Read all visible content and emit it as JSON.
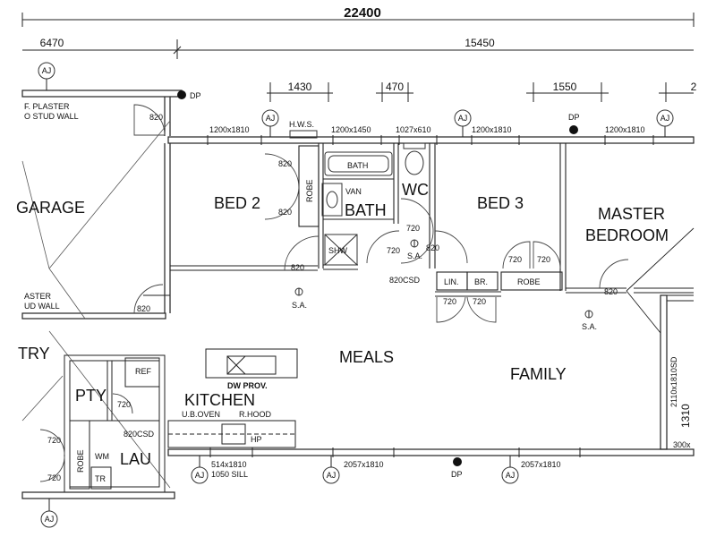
{
  "dimensions": {
    "overall": "22400",
    "left": "6470",
    "right": "15450",
    "d1430": "1430",
    "d470": "470",
    "d1550": "1550",
    "d2": "2"
  },
  "rooms": {
    "garage": "GARAGE",
    "bed2": "BED 2",
    "bath": "BATH",
    "wc": "WC",
    "bed3": "BED 3",
    "master1": "MASTER",
    "master2": "BEDROOM",
    "meals": "MEALS",
    "family": "FAMILY",
    "kitchen": "KITCHEN",
    "entry": "TRY",
    "pantry": "PTY",
    "laundry": "LAU"
  },
  "fixtures": {
    "bath_tub": "BATH",
    "van": "VAN",
    "shw": "SHW",
    "hws": "H.W.S.",
    "robe": "ROBE",
    "lin": "LIN.",
    "br": "BR.",
    "ref": "REF",
    "dw_prov": "DW PROV.",
    "ub_oven": "U.B.OVEN",
    "r_hood": "R.HOOD",
    "hp": "HP",
    "wm": "WM",
    "tr": "TR",
    "plaster1": "F. PLASTER",
    "plaster2": "O STUD WALL",
    "master_wall1": "ASTER",
    "master_wall2": "UD WALL"
  },
  "windows": {
    "w1": "1200x1810",
    "w2": "1200x1450",
    "w3": "1027x610",
    "w4": "1200x1810",
    "w5": "1200x1810",
    "w6": "514x1810",
    "w6b": "1050 SILL",
    "w7": "2057x1810",
    "w8": "2057x1810",
    "w9": "2110x1810SD",
    "w10": "300x",
    "d1310": "1310"
  },
  "doors": {
    "d820": "820",
    "d720": "720",
    "csd820": "820CSD",
    "csd820b": "820CSD"
  },
  "markers": {
    "aj": "AJ",
    "dp": "DP",
    "sa": "S.A."
  }
}
